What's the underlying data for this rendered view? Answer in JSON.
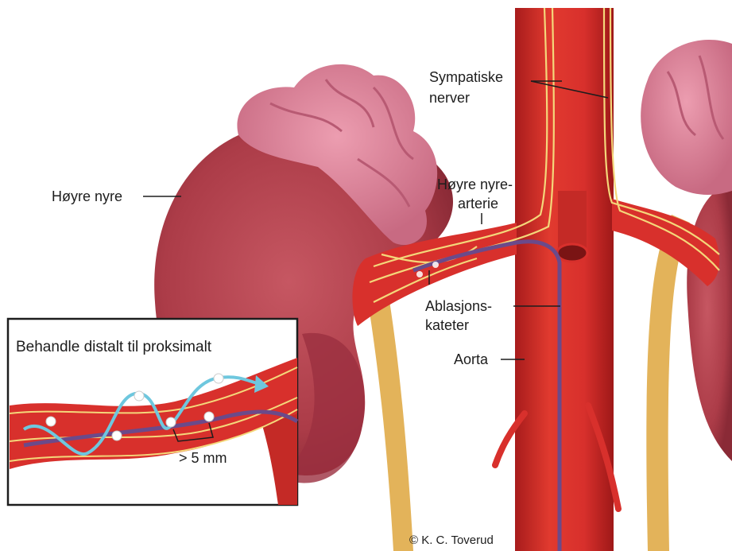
{
  "labels": {
    "sympathetic_line1": "Sympatiske",
    "sympathetic_line2": "nerver",
    "right_kidney": "Høyre nyre",
    "renal_artery_line1": "Høyre nyre-",
    "renal_artery_line2": "arterie",
    "catheter_line1": "Ablasjons-",
    "catheter_line2": "kateter",
    "aorta": "Aorta"
  },
  "inset": {
    "title": "Behandle distalt til proksimalt",
    "spacing": "> 5 mm"
  },
  "credit": "© K. C. Toverud",
  "colors": {
    "artery": "#d8302c",
    "kidney": "#b5434f",
    "adrenal": "#dd8399",
    "nerve": "#f4d77a",
    "ureter": "#e3b35a",
    "catheter": "#6b4a8a",
    "treatment_path": "#6ec7de"
  }
}
